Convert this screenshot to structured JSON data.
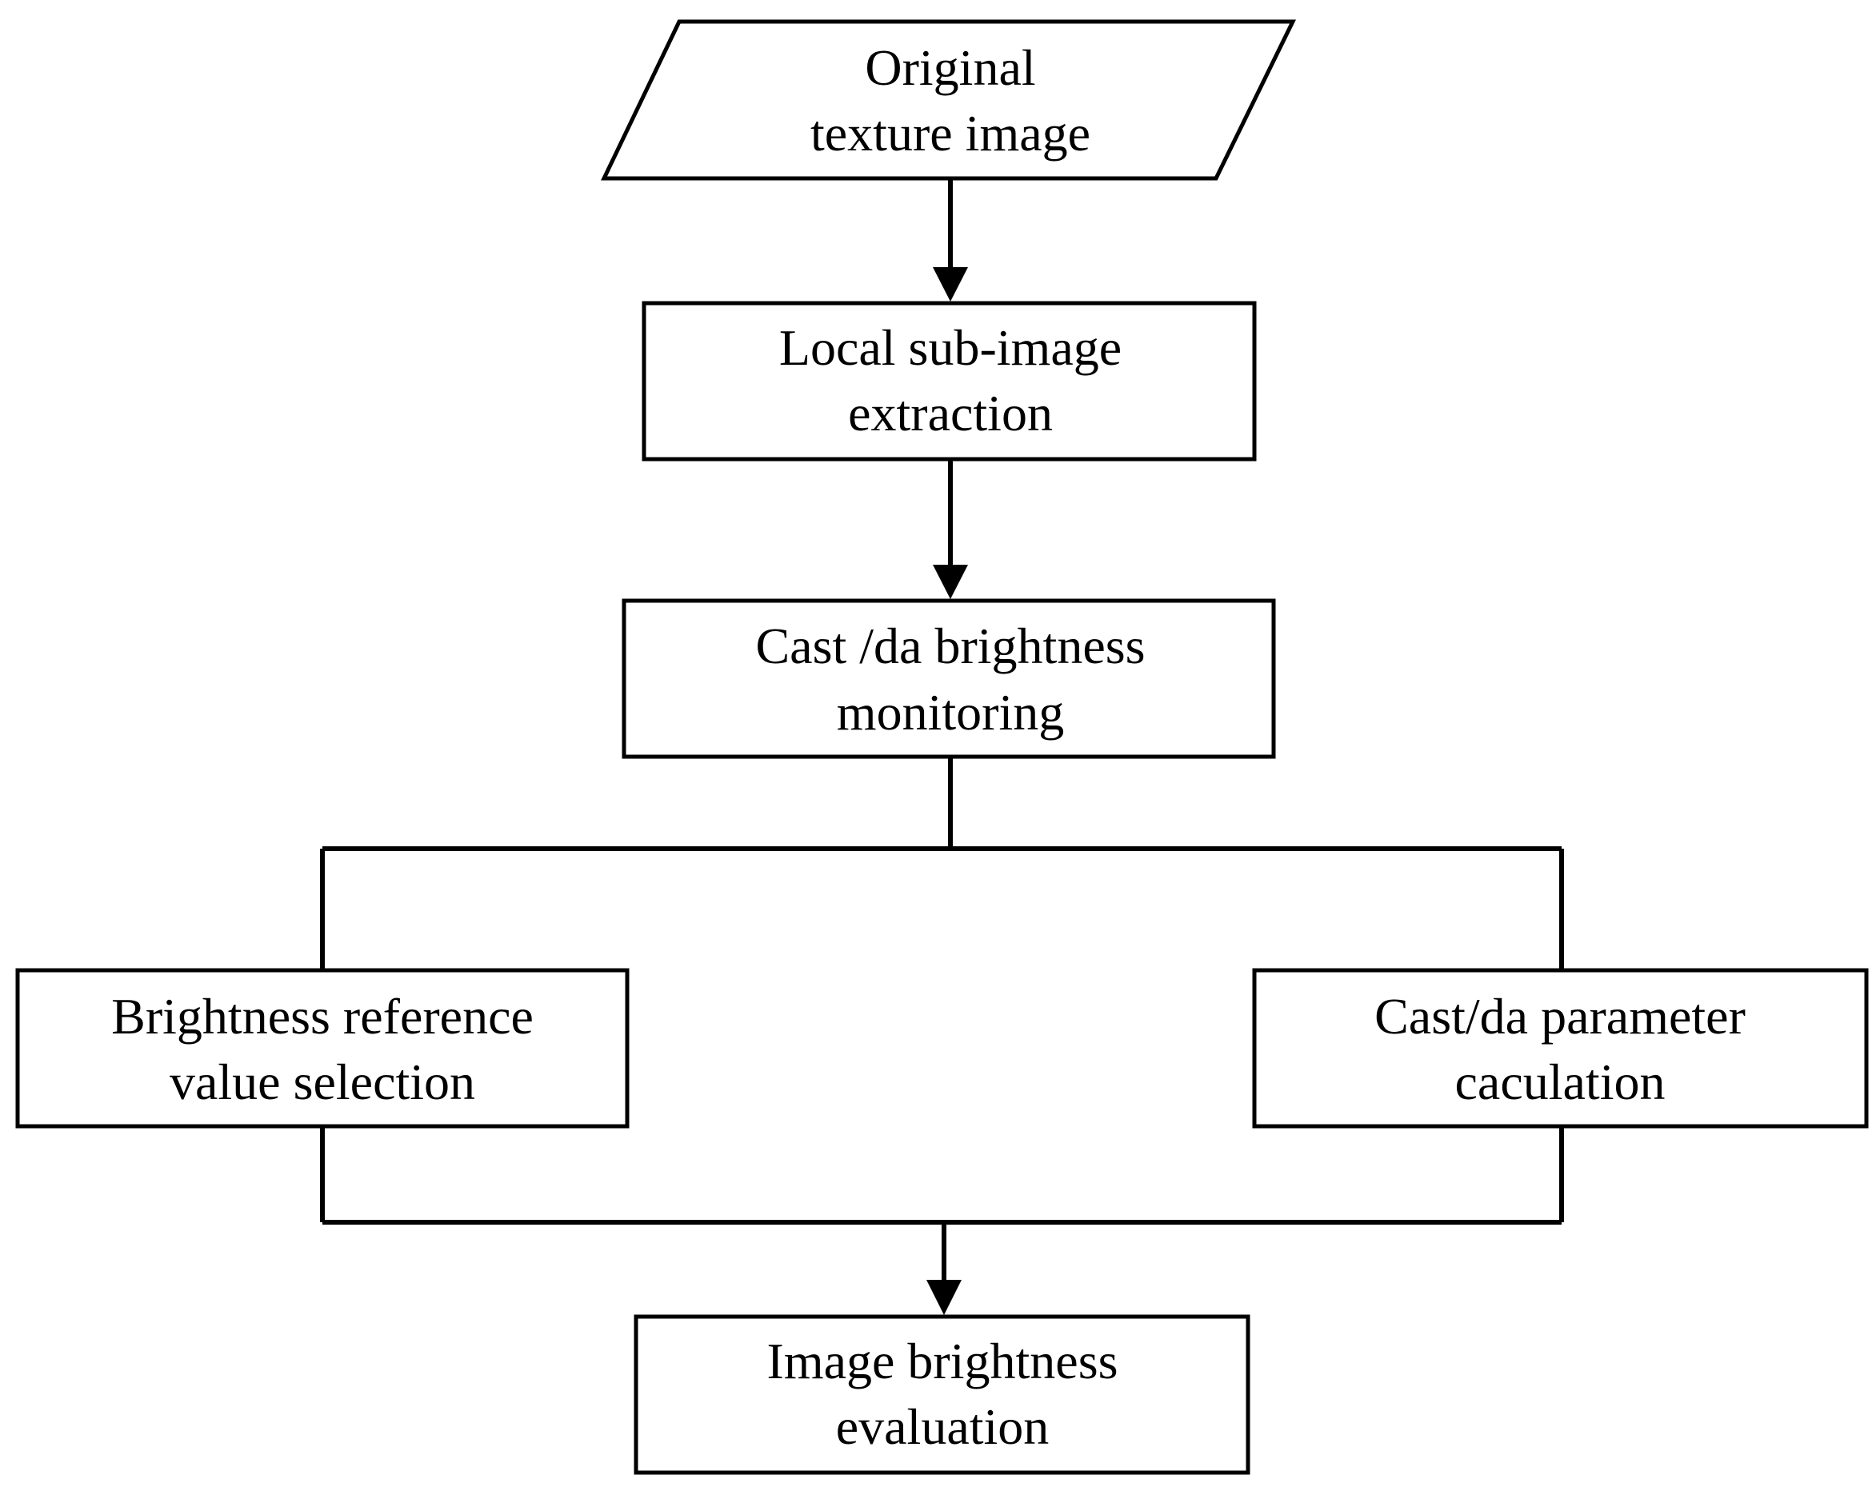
{
  "nodes": {
    "original_texture": [
      "Original",
      "texture image"
    ],
    "local_subimage": [
      "Local sub-image",
      "extraction"
    ],
    "cast_da_monitoring": [
      "Cast /da brightness",
      "monitoring"
    ],
    "brightness_reference": [
      "Brightness reference",
      "value selection"
    ],
    "cast_da_parameter": [
      "Cast/da parameter",
      "caculation"
    ],
    "image_brightness": [
      "Image brightness",
      "evaluation"
    ]
  }
}
